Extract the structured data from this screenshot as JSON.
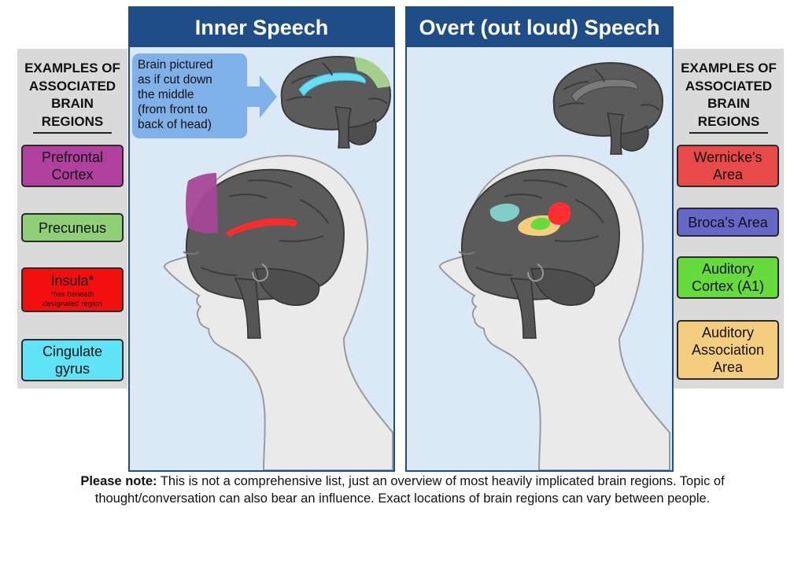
{
  "panels": {
    "inner": {
      "title": "Inner Speech"
    },
    "overt": {
      "title": "Overt (out loud) Speech"
    }
  },
  "callout": {
    "lines": [
      "Brain pictured",
      "as if cut down",
      "the middle",
      "(from front to",
      "back of head)"
    ]
  },
  "left_sidebar": {
    "title_lines": [
      "EXAMPLES OF",
      "ASSOCIATED",
      "BRAIN",
      "REGIONS"
    ],
    "regions": [
      {
        "label_lines": [
          "Prefrontal",
          "Cortex"
        ],
        "color": "#b03f9e"
      },
      {
        "label_lines": [
          "Precuneus"
        ],
        "color": "#8fcf75"
      },
      {
        "label_lines": [
          "Insula*"
        ],
        "note_lines": [
          "*lies beneath",
          "designated region"
        ],
        "color": "#f40f0f"
      },
      {
        "label_lines": [
          "Cingulate",
          "gyrus"
        ],
        "color": "#5fe3f7"
      }
    ]
  },
  "right_sidebar": {
    "title_lines": [
      "EXAMPLES OF",
      "ASSOCIATED",
      "BRAIN",
      "REGIONS"
    ],
    "regions": [
      {
        "label_lines": [
          "Wernicke's",
          "Area"
        ],
        "color": "#e84a4a"
      },
      {
        "label_lines": [
          "Broca's Area"
        ],
        "color": "#6668c9"
      },
      {
        "label_lines": [
          "Auditory",
          "Cortex (A1)"
        ],
        "color": "#66db3c"
      },
      {
        "label_lines": [
          "Auditory",
          "Association",
          "Area"
        ],
        "color": "#f4ce7e"
      }
    ]
  },
  "note": {
    "bold": "Please note:",
    "line1": " This is not a comprehensive list, just an overview of most heavily implicated brain regions. Topic of",
    "line2": "thought/conversation can also bear an influence. Exact locations of brain regions can vary between people."
  },
  "colors": {
    "panel_header": "#1f4e86",
    "panel_bg": "#dbe9f7",
    "sidebar_bg": "#dadadb",
    "callout_bg": "#7fb1e8",
    "brain": "#5b5b5b",
    "head": "#eaeaea"
  }
}
